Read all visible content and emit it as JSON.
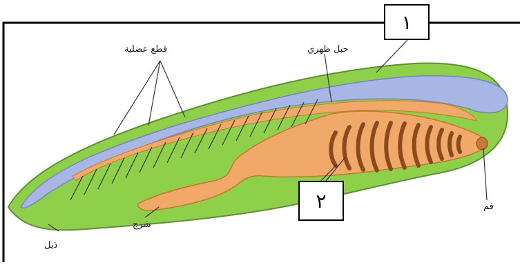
{
  "labels": {
    "muscle_segments": "قطع عضلية",
    "dorsal_cord": "حبل ظهري",
    "mouth": "فم",
    "anus": "شرج",
    "tail": "ذيل"
  },
  "callouts": {
    "one": "١",
    "two": "٢"
  },
  "colors": {
    "body": "#8fd04a",
    "body_outline": "#5f8f33",
    "blue_cord": "#a8b6e6",
    "orange_organ": "#f0a968",
    "gill_slits": "#8a4a1e",
    "frame": "#000000"
  },
  "icons": [
    "lancelet-illustration"
  ]
}
